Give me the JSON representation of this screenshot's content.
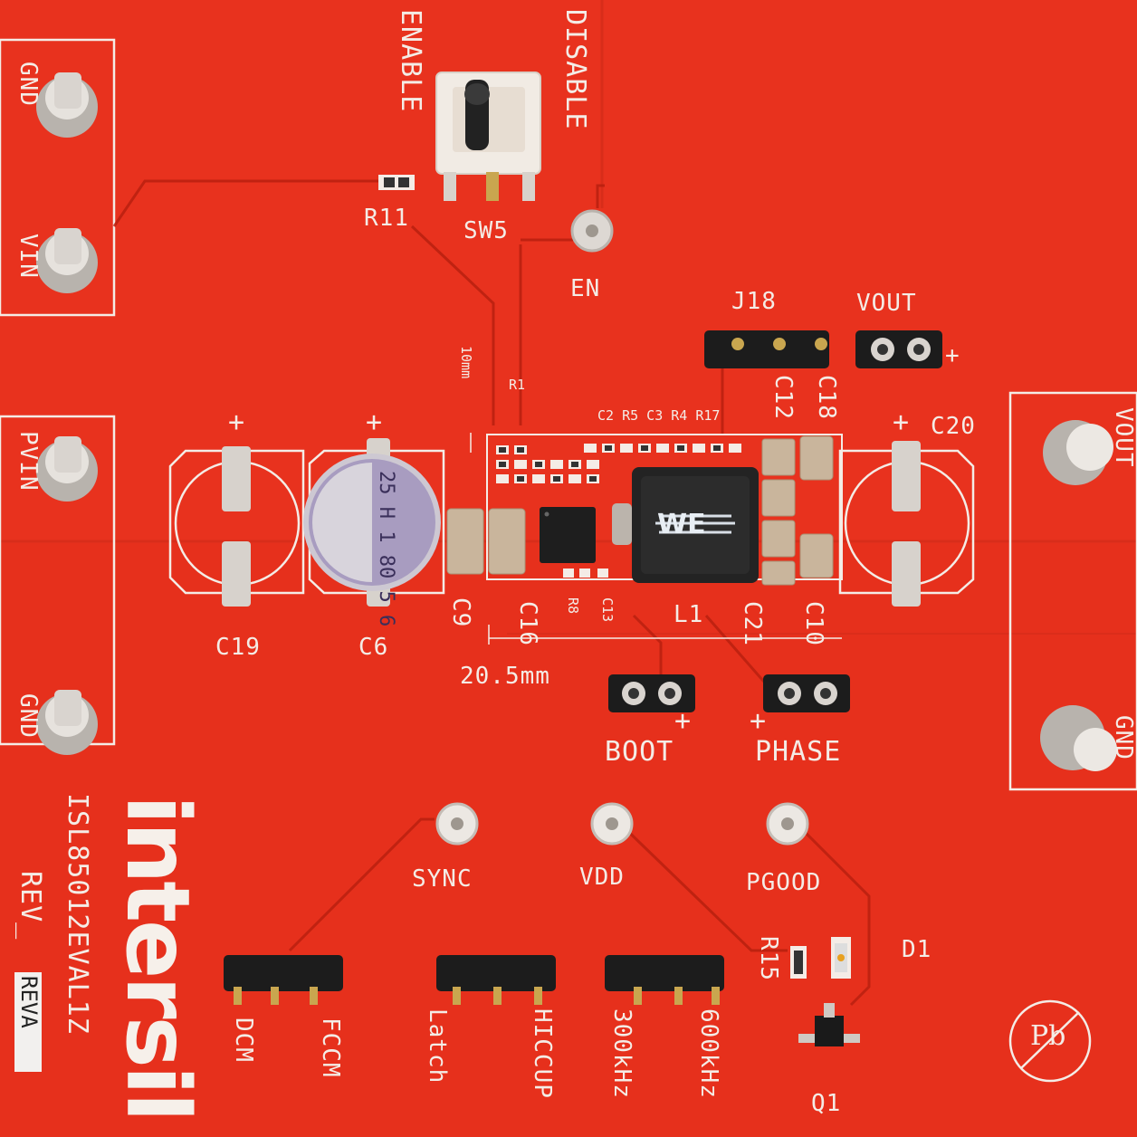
{
  "board": {
    "brand": "intersil",
    "part_number": "ISL85012EVAL1Z",
    "revision_prefix": "REV_",
    "revision": "REVA",
    "colors": {
      "solder_mask": "#e8321e",
      "silkscreen": "#f4ece6"
    }
  },
  "switch": {
    "enable": "ENABLE",
    "disable": "DISABLE",
    "ref": "SW5",
    "resistor": "R11"
  },
  "test_points": {
    "en": "EN",
    "sync": "SYNC",
    "vdd": "VDD",
    "pgood": "PGOOD"
  },
  "terminals": {
    "gnd_top": "GND",
    "vin": "VIN",
    "pvin": "PVIN",
    "gnd_bottom": "GND",
    "vout_right": "VOUT",
    "gnd_right": "GND"
  },
  "headers": {
    "j18": "J18",
    "vout": "VOUT",
    "boot": "BOOT",
    "phase": "PHASE",
    "plus": "+"
  },
  "capacitors": {
    "c19": "C19",
    "c6": "C6",
    "c20": "C20",
    "c9": "C9",
    "c16": "C16",
    "c21": "C21",
    "c10": "C10",
    "c12": "C12",
    "c18": "C18"
  },
  "inductor": {
    "ref": "L1",
    "mark": "WE"
  },
  "electrolytic_marking": "25 H 1 80 5 6",
  "small_refs": {
    "row": "C2 R5 C3 R4 R17",
    "r8": "R8",
    "c13": "C13",
    "r1": "R1"
  },
  "dimensions": {
    "height": "10mm",
    "width": "20.5mm"
  },
  "jumpers": {
    "dcm": "DCM",
    "fccm": "FCCM",
    "latch": "Latch",
    "hiccup": "HICCUP",
    "f300": "300kHz",
    "f600": "600kHz"
  },
  "parts": {
    "r15": "R15",
    "d1": "D1",
    "q1": "Q1"
  },
  "icons": {
    "pb_free": "pb-free-icon"
  },
  "pb_free_label": "Pb"
}
